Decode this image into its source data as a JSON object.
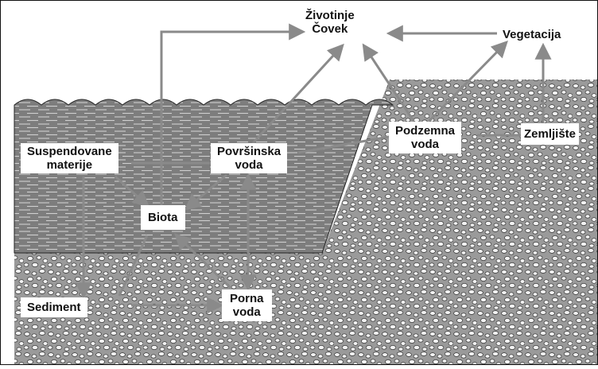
{
  "labels": {
    "zivotinje": "Životinje",
    "covek": "Čovek",
    "vegetacija": "Vegetacija",
    "podzemna_voda_1": "Podzemna",
    "podzemna_voda_2": "voda",
    "zemljiste": "Zemljište",
    "suspendovane_1": "Suspendovane",
    "suspendovane_2": "materije",
    "povrsinska_1": "Površinska",
    "povrsinska_2": "voda",
    "biota": "Biota",
    "sediment": "Sediment",
    "porna_1": "Porna",
    "porna_2": "voda"
  },
  "colors": {
    "water": "#7d7d7d",
    "soil_base": "#9a9a9a",
    "soil_grain": "#f4f4f4",
    "arrow": "#8a8a8a",
    "border": "#111111"
  }
}
